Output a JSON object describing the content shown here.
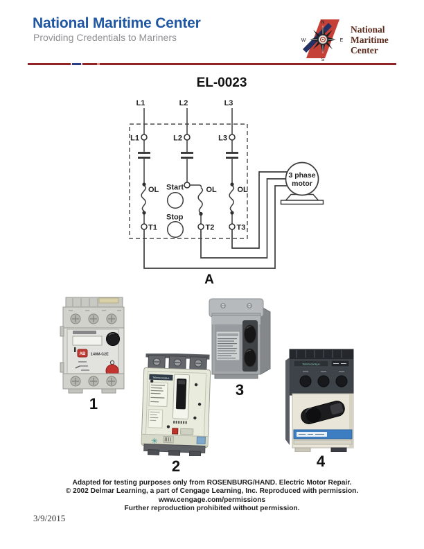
{
  "header": {
    "title": "National Maritime Center",
    "subtitle": "Providing Credentials to Mariners",
    "logo": {
      "line1": "National",
      "line2": "Maritime",
      "line3": "Center",
      "north": "N",
      "south": "S",
      "east": "E",
      "west": "W"
    }
  },
  "figure": {
    "code": "EL-0023",
    "diagram": {
      "answer_label": "A",
      "supply_lines": [
        "L1",
        "L2",
        "L3"
      ],
      "input_terminals": [
        "L1",
        "L2",
        "L3"
      ],
      "overload_label": "OL",
      "output_terminals": [
        "T1",
        "T2",
        "T3"
      ],
      "start_label": "Start",
      "stop_label": "Stop",
      "motor_label_line1": "3 phase",
      "motor_label_line2": "motor"
    },
    "devices": [
      {
        "number": "1",
        "logo_text": "AB",
        "model_text": "140M-C2E"
      },
      {
        "number": "2",
        "brand_text": "Telemecanique"
      },
      {
        "number": "3"
      },
      {
        "number": "4",
        "brand_text": "Telemecanique"
      }
    ]
  },
  "footer": {
    "lines": [
      "Adapted for testing purposes only from ROSENBURG/HAND. Electric Motor Repair.",
      "© 2002 Delmar Learning, a part of Cengage Learning, Inc. Reproduced with permission.",
      "www.cengage.com/permissions",
      "Further reproduction prohibited without permission."
    ],
    "date": "3/9/2015"
  }
}
